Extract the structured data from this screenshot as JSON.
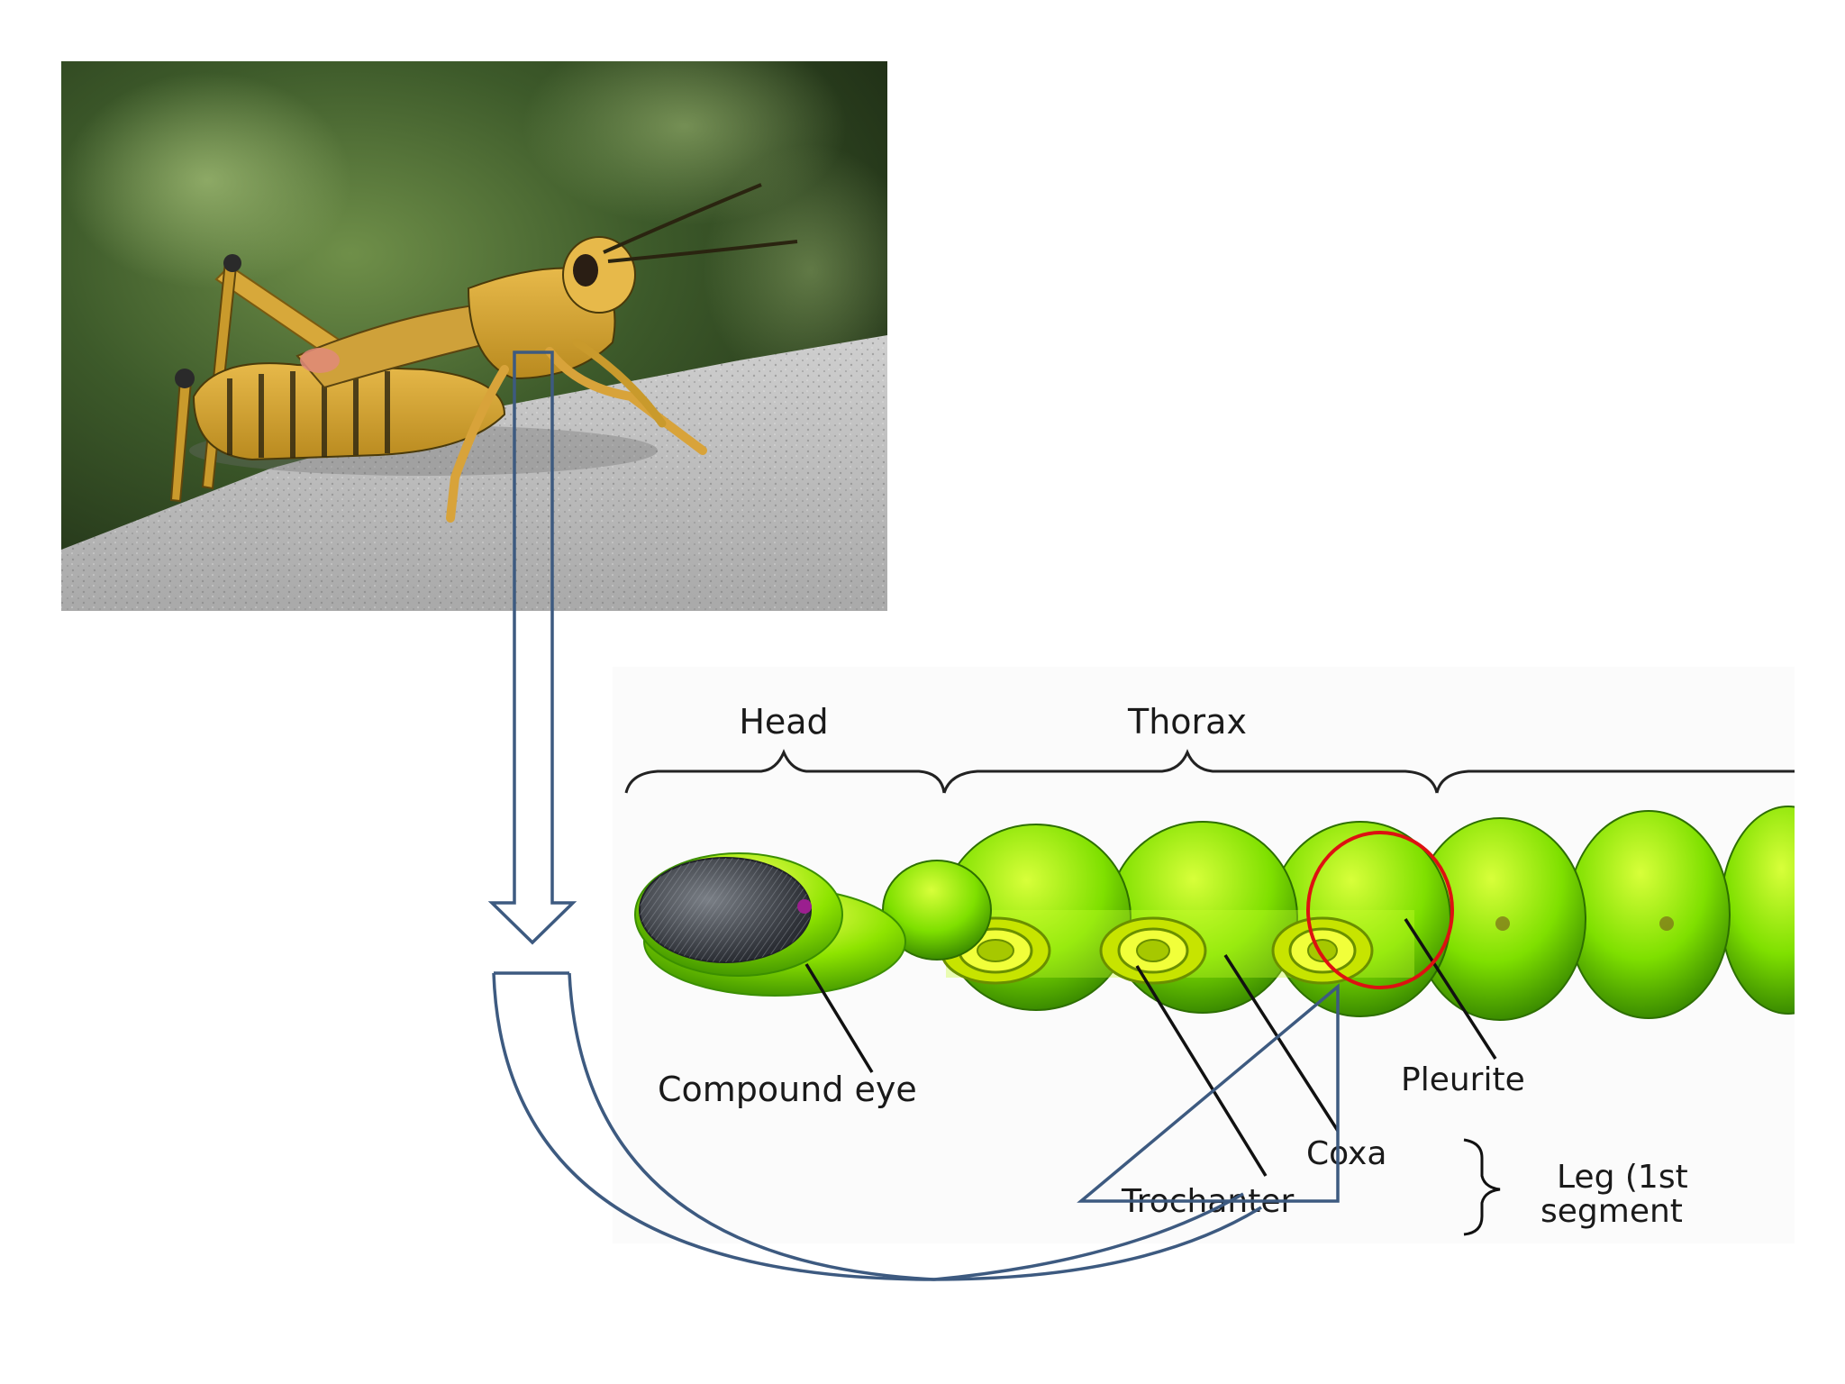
{
  "diagram": {
    "labels": {
      "head": "Head",
      "thorax": "Thorax",
      "compound_eye": "Compound eye",
      "pleurite": "Pleurite",
      "coxa": "Coxa",
      "trochanter": "Trochanter",
      "leg_line1": "Leg (1st",
      "leg_line2": "segment"
    }
  },
  "colors": {
    "arrow_outline": "#3d5a80",
    "highlight_circle": "#dd1111",
    "segment_green": "#7ee000",
    "label_text": "#1a1a1a"
  },
  "icons": {
    "photo": "grasshopper-photo",
    "down_arrow": "down-arrow-icon",
    "curved_arrow": "curved-arrow-icon"
  }
}
